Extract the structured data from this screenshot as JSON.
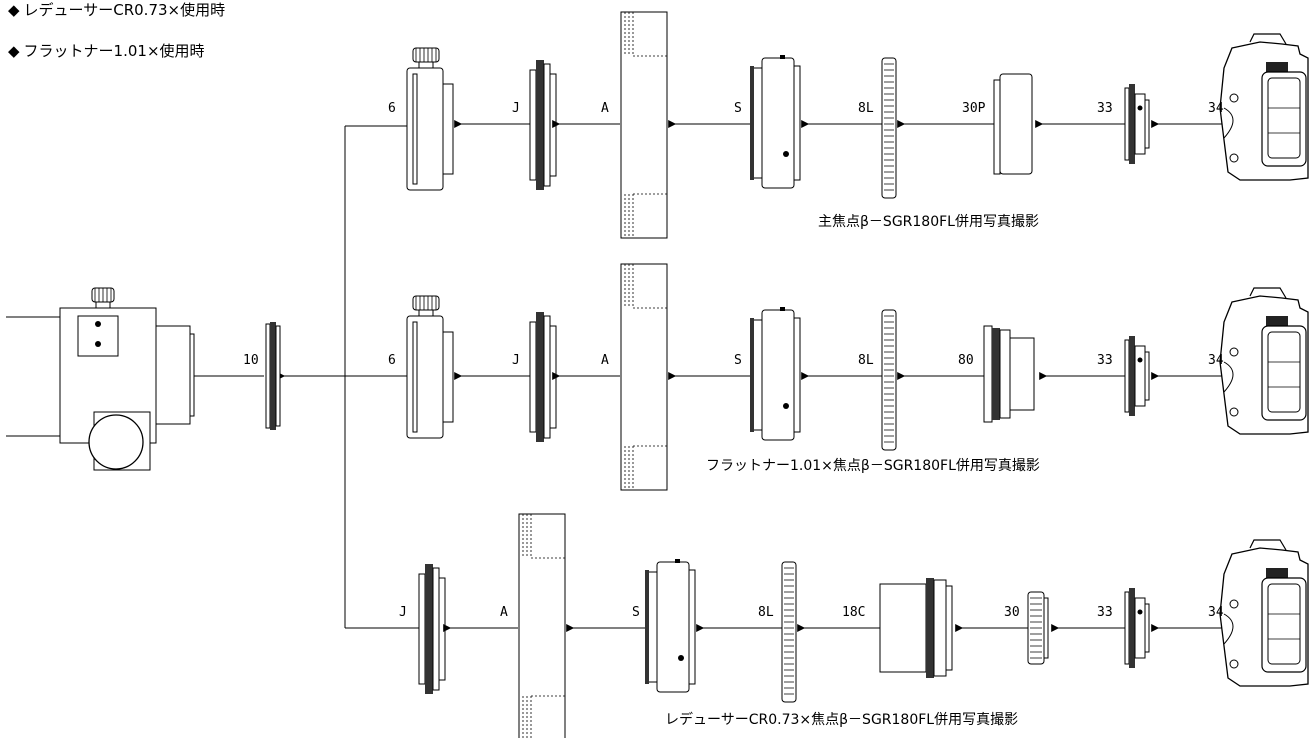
{
  "legend": [
    {
      "marker": "◆",
      "text": "レデューサーCR0.73×使用時"
    },
    {
      "marker": "◆",
      "text": "フラットナー1.01×使用時"
    }
  ],
  "captions": {
    "row1": "主焦点β－SGR180FL併用写真撮影",
    "row2": "フラットナー1.01×焦点β－SGR180FL併用写真撮影",
    "row3": "レデューサーCR0.73×焦点β－SGR180FL併用写真撮影"
  },
  "labels": {
    "main_adapter": "10",
    "row1": {
      "a": "6",
      "b": "J",
      "c": "A",
      "d": "S",
      "e": "8L",
      "f": "30P",
      "g": "33",
      "h": "34"
    },
    "row2": {
      "a": "6",
      "b": "J",
      "c": "A",
      "d": "S",
      "e": "8L",
      "f": "80",
      "g": "33",
      "h": "34"
    },
    "row3": {
      "b": "J",
      "c": "A",
      "d": "S",
      "e": "8L",
      "f": "18C",
      "f2": "30",
      "g": "33",
      "h": "34"
    }
  },
  "colors": {
    "line": "#000000",
    "fill": "#ffffff",
    "dark": "#222222"
  }
}
